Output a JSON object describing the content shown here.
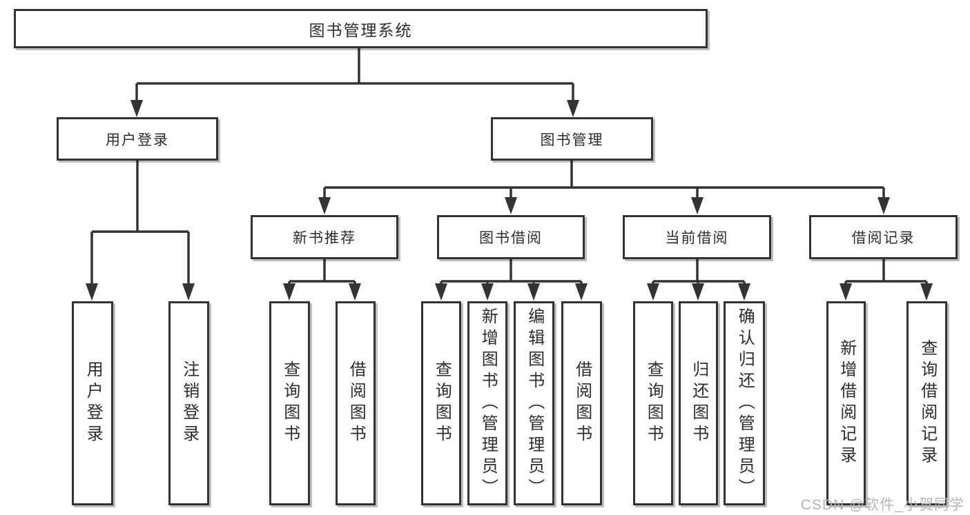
{
  "diagram": {
    "root": "图书管理系统",
    "branches": [
      {
        "label": "用户登录",
        "children": [
          "用户登录",
          "注销登录"
        ]
      },
      {
        "label": "图书管理"
      }
    ],
    "modules": [
      {
        "label": "新书推荐",
        "children": [
          "查询图书",
          "借阅图书"
        ]
      },
      {
        "label": "图书借阅",
        "children": [
          "查询图书",
          "新增图书（管理员）",
          "编辑图书（管理员）",
          "借阅图书"
        ]
      },
      {
        "label": "当前借阅",
        "children": [
          "查询图书",
          "归还图书",
          "确认归还（管理员）"
        ]
      },
      {
        "label": "借阅记录",
        "children": [
          "新增借阅记录",
          "查询借阅记录"
        ]
      }
    ]
  },
  "watermark": {
    "text": "CSDN @软件_小贺同学",
    "color": "#b2b2b2"
  },
  "colors": {
    "line": "#333333",
    "text": "#2d2d2d",
    "background": "#ffffff"
  }
}
